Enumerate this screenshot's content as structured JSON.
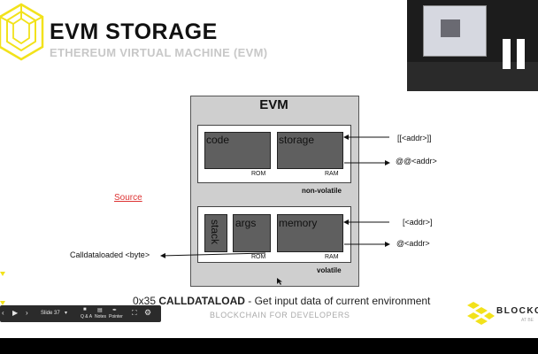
{
  "slide": {
    "title": "EVM STORAGE",
    "subtitle": "ETHEREUM VIRTUAL MACHINE (EVM)",
    "source_link": "Source",
    "footer": "BLOCKCHAIN FOR DEVELOPERS",
    "brand": "BLOCKC",
    "brand_sub": "AT BE"
  },
  "diagram": {
    "title": "EVM",
    "nonvolatile": {
      "label": "non-volatile",
      "code": "code",
      "code_tag": "ROM",
      "storage": "storage",
      "storage_tag": "RAM"
    },
    "volatile": {
      "label": "volatile",
      "stack": "stack",
      "args": "args",
      "args_tag": "ROM",
      "memory": "memory",
      "memory_tag": "RAM"
    },
    "ops": {
      "storage_write": "[[<addr>]]",
      "storage_read": "@@<addr>",
      "memory_write": "[<addr>]",
      "memory_read": "@<addr>",
      "calldata": "Calldataloaded <byte>"
    }
  },
  "instruction": {
    "code": "0x35",
    "name": "CALLDATALOAD",
    "desc": "- Get input data of current environment"
  },
  "toolbar": {
    "slide_label": "Slide 37",
    "qa": "Q & A",
    "notes": "Notes",
    "pointer": "Pointer"
  },
  "colors": {
    "logo_yellow": "#f2e21b",
    "box_fill": "#5f5f5f",
    "link_red": "#dd3333"
  }
}
